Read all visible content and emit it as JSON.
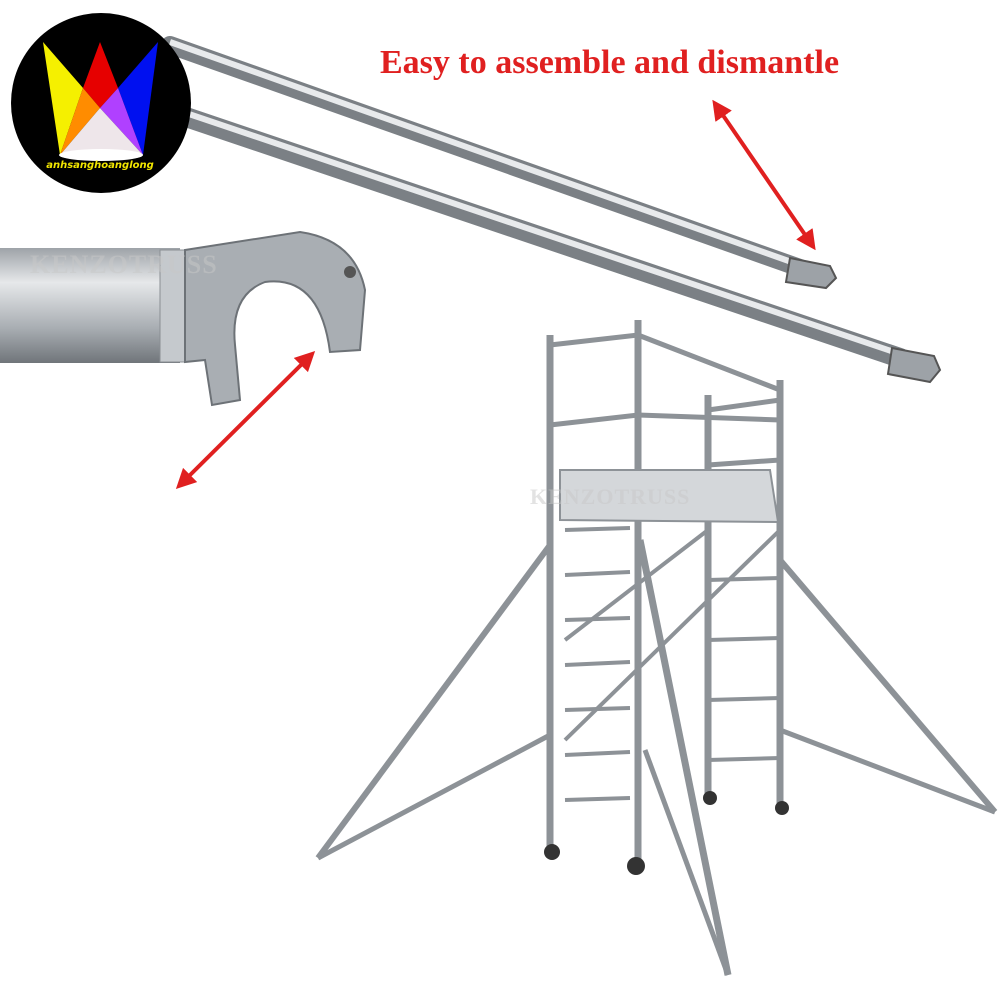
{
  "headline": "Easy to assemble and dismantle",
  "logo": {
    "text": "anhsanghoanglong"
  },
  "watermark": "KENZOTRUSS",
  "colors": {
    "arrow": "#e02020",
    "headline": "#e02020",
    "aluminium": "#b8bcc0",
    "logo_bg": "#000000"
  }
}
